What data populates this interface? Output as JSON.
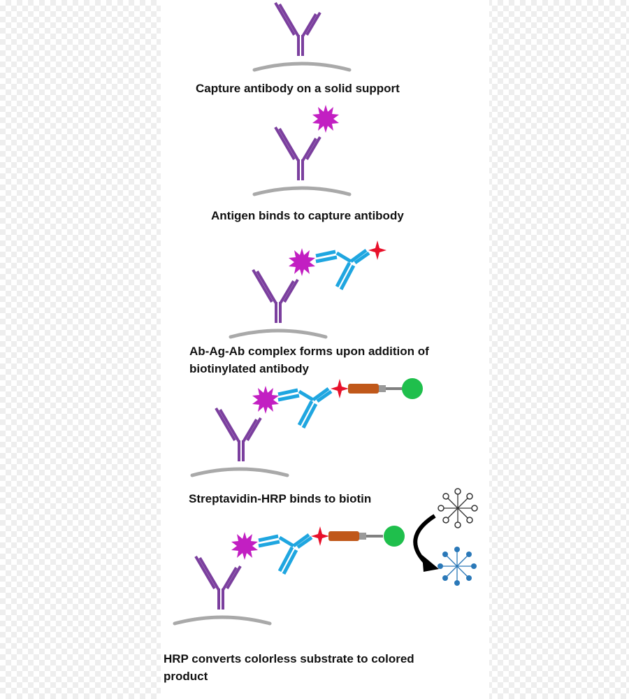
{
  "steps": [
    {
      "caption": "Capture antibody on a solid support"
    },
    {
      "caption": "Antigen binds to capture antibody"
    },
    {
      "caption": "Ab-Ag-Ab complex forms upon addition of biotinylated antibody"
    },
    {
      "caption": "Streptavidin-HRP binds to biotin"
    },
    {
      "caption": "HRP converts colorless substrate to colored product"
    }
  ],
  "colors": {
    "capture_antibody": "#7b3f9e",
    "solid_support": "#a9a9a9",
    "antigen": "#c21fc2",
    "detection_antibody": "#1fa6e0",
    "biotin": "#e8102a",
    "streptavidin": "#c0581a",
    "hrp": "#1fbf4c",
    "substrate": "#333333",
    "product": "#2a78b8",
    "reaction_arrow": "#000000"
  }
}
